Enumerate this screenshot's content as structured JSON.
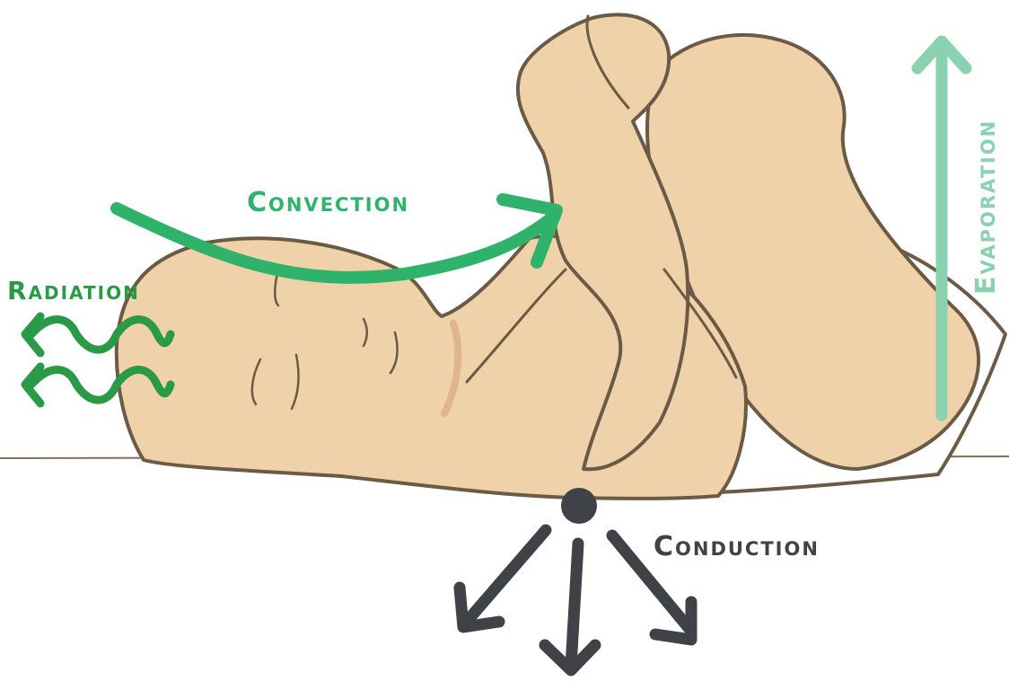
{
  "labels": {
    "convection": "Convection",
    "radiation": "Radiation",
    "evaporation": "Evaporation",
    "conduction": "Conduction"
  },
  "colors": {
    "background": "#ffffff",
    "skin": "#efd1aa",
    "outline": "#6b5a45",
    "convection": "#2fb36b",
    "radiation": "#2a9a49",
    "evaporation": "#8ad1b0",
    "conduction": "#3f4246",
    "ground": "#8c6d54"
  },
  "icons": {
    "baby": "baby-figure-icon",
    "convection": "curved-arrow-icon",
    "radiation": "wavy-arrow-icon",
    "evaporation": "up-arrow-icon",
    "conduction": "down-arrows-icon"
  }
}
